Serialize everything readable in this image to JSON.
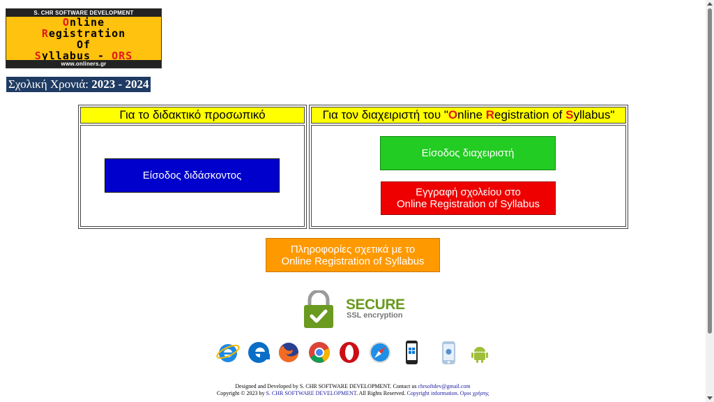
{
  "logo": {
    "top_band": "S. CHR SOFTWARE DEVELOPMENT",
    "line1_first": "O",
    "line1_rest": "nline",
    "line2_first": "R",
    "line2_rest": "egistration",
    "line3": "Of",
    "line4_first": "S",
    "line4_mid": "yllabus - ",
    "line4_end": "ORS",
    "bottom_band": "www.onliners.gr"
  },
  "school_year": {
    "label": "Σχολική Χρονιά: ",
    "value": "2023 - 2024"
  },
  "teacher_panel": {
    "header": "Για το διδακτικό προσωπικό",
    "login_button": "Είσοδος διδάσκοντος"
  },
  "admin_panel": {
    "header_prefix": "Για τον διαχειριστή του \"",
    "header_o": "O",
    "header_nline": "nline ",
    "header_r": "R",
    "header_egistration": "egistration of ",
    "header_s": "S",
    "header_yllabus": "yllabus\"",
    "login_button": "Είσοδος διαχειριστή",
    "register_line1": "Εγγραφή σχολείου στο",
    "register_line2": "Online Registration of Syllabus"
  },
  "info_button": {
    "line1": "Πληροφορίες σχετικά με το",
    "line2": "Online Registration of Syllabus"
  },
  "secure_badge": {
    "title": "SECURE",
    "subtitle": "SSL encryption",
    "icon": "padlock-check-icon"
  },
  "browser_icons": [
    "ie-icon",
    "edge-icon",
    "firefox-icon",
    "chrome-icon",
    "opera-icon",
    "safari-icon",
    "windows-phone-icon",
    "ios-icon",
    "android-icon"
  ],
  "footer": {
    "line1_text": "Designed and Developed by S. CHR SOFTWARE DEVELOPMENT. Contact us ",
    "line1_email": "chrsoftdev@gmail.com",
    "line2_pre": "Copyright © 2023 by ",
    "line2_company": "S. CHR SOFTWARE DEVELOPMENT",
    "line2_mid": ". All Rights Reserved. ",
    "line2_copyright": "Copyright information",
    "line2_sep": ". ",
    "line2_terms": "Οροι χρήσης"
  },
  "colors": {
    "teacher_button": "#0000cc",
    "admin_button": "#22cc22",
    "register_button": "#ee0000",
    "info_button": "#ff9900",
    "header_bg": "#ffff00",
    "logo_bg": "#ffc20e"
  }
}
